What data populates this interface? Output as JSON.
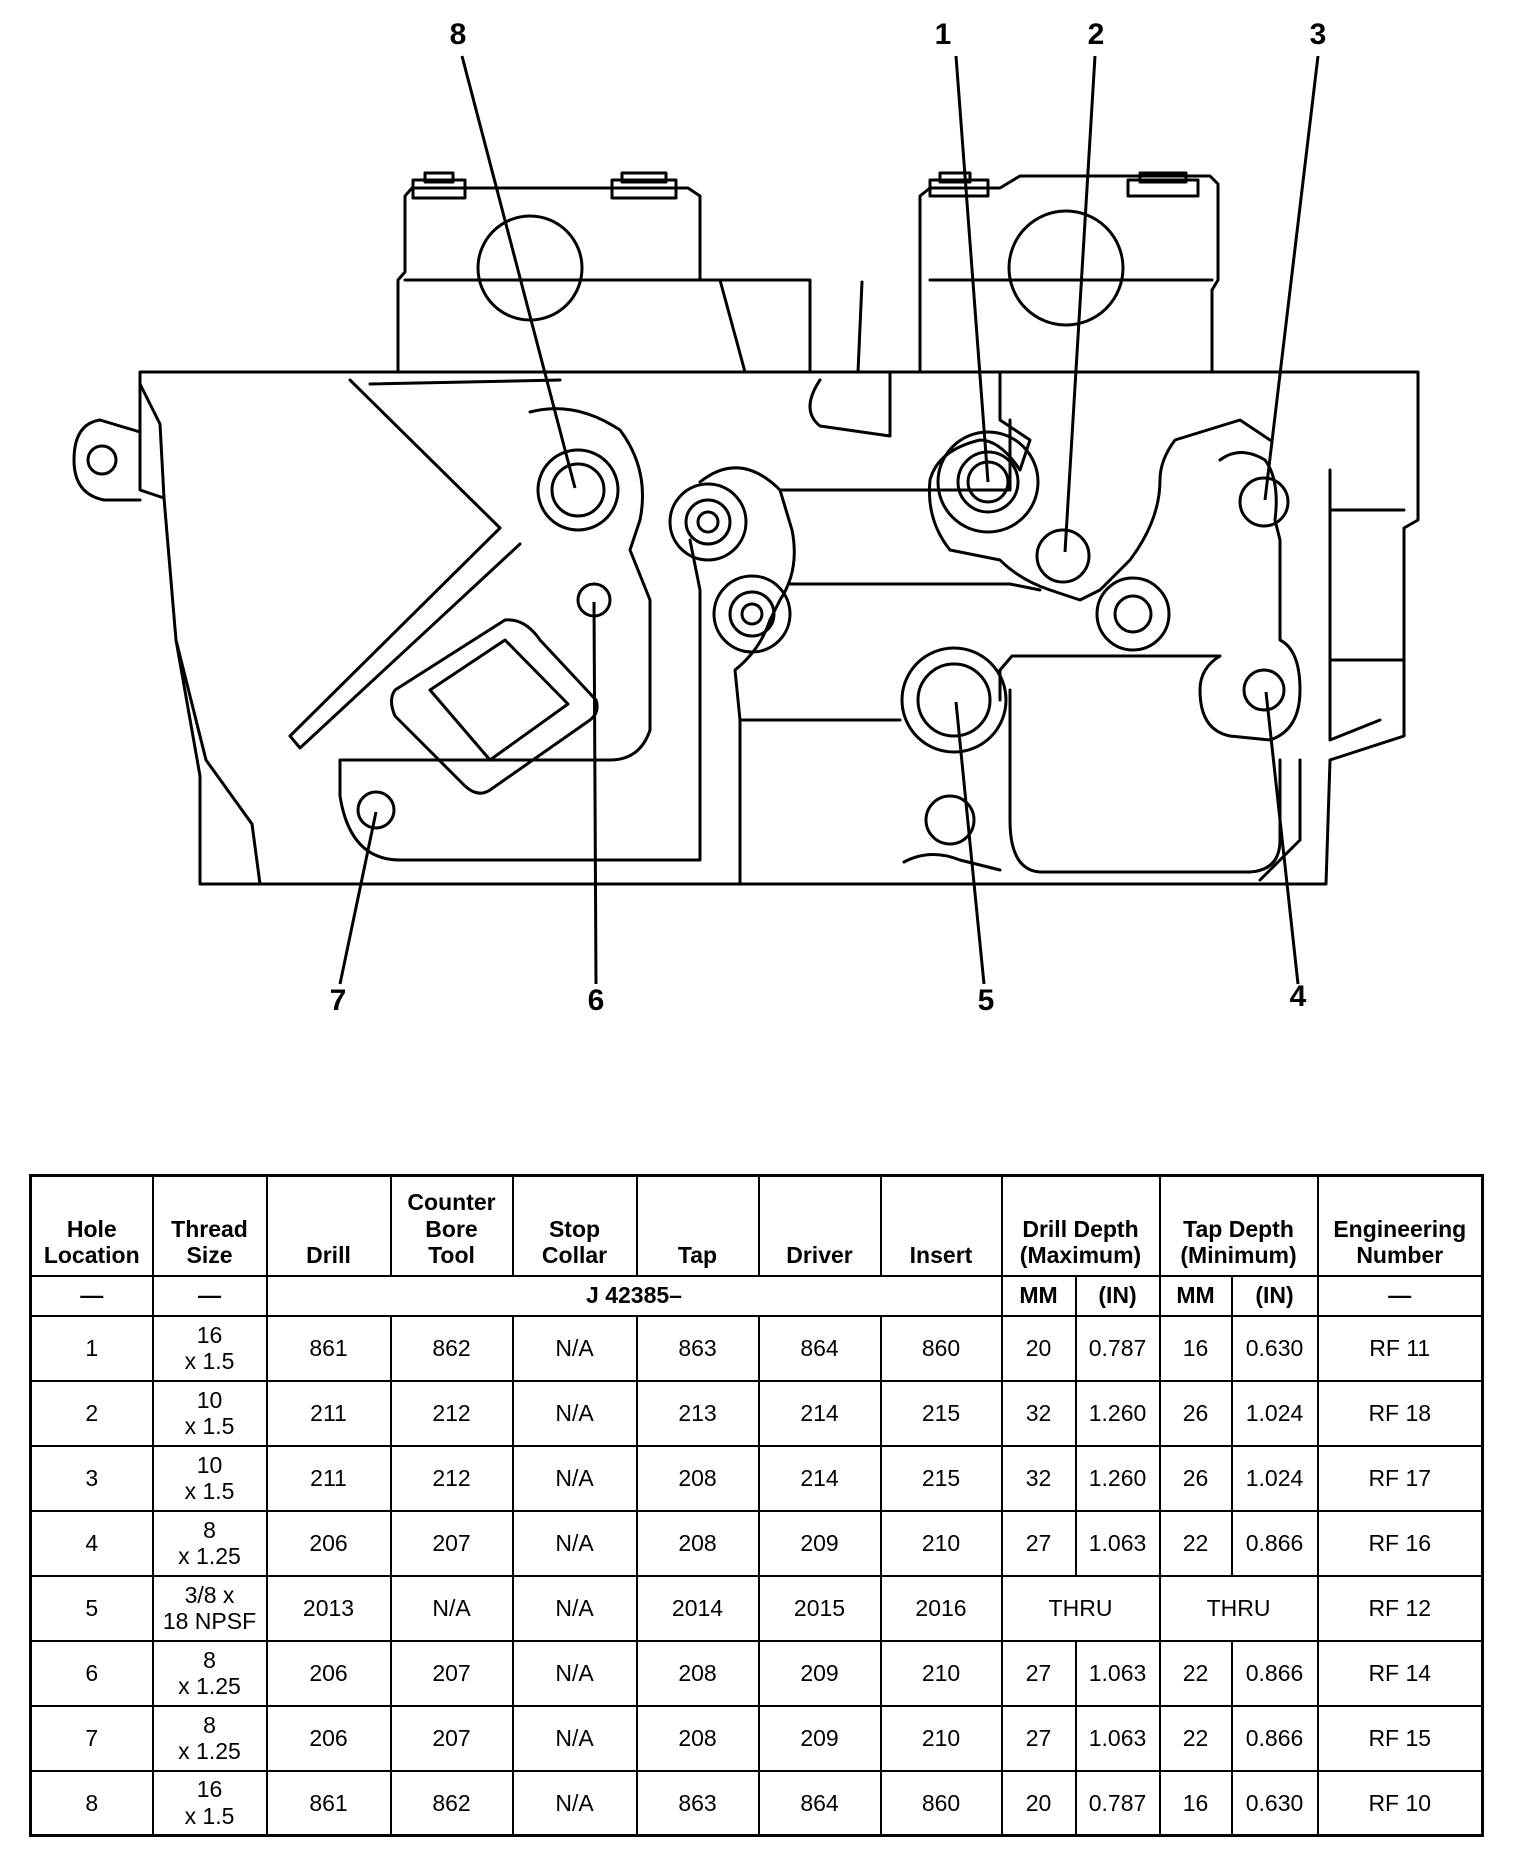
{
  "callouts": [
    "8",
    "1",
    "2",
    "3",
    "7",
    "6",
    "5",
    "4"
  ],
  "table": {
    "headers": [
      [
        "Hole",
        "Location"
      ],
      [
        "Thread",
        "Size"
      ],
      [
        "Drill"
      ],
      [
        "Counter",
        "Bore",
        "Tool"
      ],
      [
        "Stop",
        "Collar"
      ],
      [
        "Tap"
      ],
      [
        "Driver"
      ],
      [
        "Insert"
      ],
      [
        "Drill Depth",
        "(Maximum)"
      ],
      [
        "Tap Depth",
        "(Minimum)"
      ],
      [
        "Engineering",
        "Number"
      ]
    ],
    "units_row": {
      "hole_location": "—",
      "thread_size": "—",
      "tool_prefix": "J 42385–",
      "drill_mm": "MM",
      "drill_in": "(IN)",
      "tap_mm": "MM",
      "tap_in": "(IN)",
      "engineering": "—"
    },
    "rows": [
      {
        "hole": "1",
        "thread": [
          "16",
          "x 1.5"
        ],
        "drill": "861",
        "cbore": "862",
        "collar": "N/A",
        "tap": "863",
        "driver": "864",
        "insert": "860",
        "drill_mm": "20",
        "drill_in": "0.787",
        "tap_mm": "16",
        "tap_in": "0.630",
        "eng": "RF 11"
      },
      {
        "hole": "2",
        "thread": [
          "10",
          "x 1.5"
        ],
        "drill": "211",
        "cbore": "212",
        "collar": "N/A",
        "tap": "213",
        "driver": "214",
        "insert": "215",
        "drill_mm": "32",
        "drill_in": "1.260",
        "tap_mm": "26",
        "tap_in": "1.024",
        "eng": "RF 18"
      },
      {
        "hole": "3",
        "thread": [
          "10",
          "x 1.5"
        ],
        "drill": "211",
        "cbore": "212",
        "collar": "N/A",
        "tap": "208",
        "driver": "214",
        "insert": "215",
        "drill_mm": "32",
        "drill_in": "1.260",
        "tap_mm": "26",
        "tap_in": "1.024",
        "eng": "RF 17"
      },
      {
        "hole": "4",
        "thread": [
          "8",
          "x 1.25"
        ],
        "drill": "206",
        "cbore": "207",
        "collar": "N/A",
        "tap": "208",
        "driver": "209",
        "insert": "210",
        "drill_mm": "27",
        "drill_in": "1.063",
        "tap_mm": "22",
        "tap_in": "0.866",
        "eng": "RF 16"
      },
      {
        "hole": "5",
        "thread": [
          "3/8 x",
          "18 NPSF"
        ],
        "drill": "2013",
        "cbore": "N/A",
        "collar": "N/A",
        "tap": "2014",
        "driver": "2015",
        "insert": "2016",
        "drill_depth": "THRU",
        "tap_depth": "THRU",
        "eng": "RF 12"
      },
      {
        "hole": "6",
        "thread": [
          "8",
          "x 1.25"
        ],
        "drill": "206",
        "cbore": "207",
        "collar": "N/A",
        "tap": "208",
        "driver": "209",
        "insert": "210",
        "drill_mm": "27",
        "drill_in": "1.063",
        "tap_mm": "22",
        "tap_in": "0.866",
        "eng": "RF 14"
      },
      {
        "hole": "7",
        "thread": [
          "8",
          "x 1.25"
        ],
        "drill": "206",
        "cbore": "207",
        "collar": "N/A",
        "tap": "208",
        "driver": "209",
        "insert": "210",
        "drill_mm": "27",
        "drill_in": "1.063",
        "tap_mm": "22",
        "tap_in": "0.866",
        "eng": "RF 15"
      },
      {
        "hole": "8",
        "thread": [
          "16",
          "x 1.5"
        ],
        "drill": "861",
        "cbore": "862",
        "collar": "N/A",
        "tap": "863",
        "driver": "864",
        "insert": "860",
        "drill_mm": "20",
        "drill_in": "0.787",
        "tap_mm": "16",
        "tap_in": "0.630",
        "eng": "RF 10"
      }
    ]
  }
}
